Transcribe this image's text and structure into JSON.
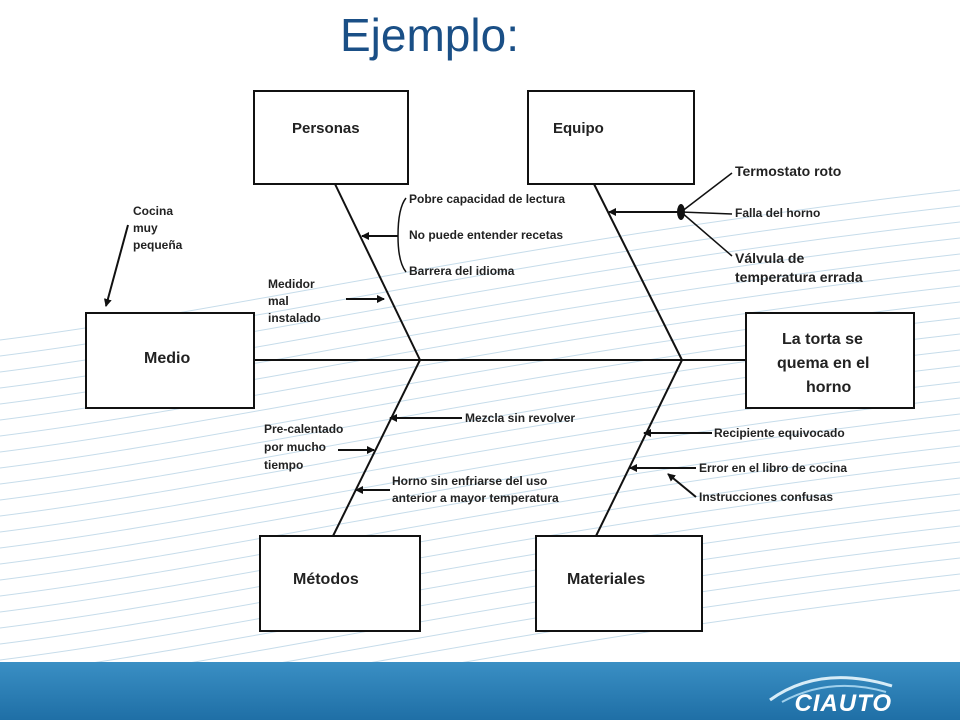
{
  "slide": {
    "title": "Ejemplo:",
    "logo": "CIAUTO"
  },
  "colors": {
    "title": "#1a4f86",
    "footer": "#2a7fb8",
    "lines": "#111111"
  },
  "diagram": {
    "effect": [
      "La torta se",
      "quema en el",
      "horno"
    ],
    "categories": {
      "personas": "Personas",
      "equipo": "Equipo",
      "medio": "Medio",
      "metodos": "Métodos",
      "materiales": "Materiales"
    },
    "causes": {
      "personas": [
        "Pobre capacidad de lectura",
        "No puede entender recetas",
        "Barrera del idioma"
      ],
      "equipo": [
        "Termostato roto",
        "Falla del horno",
        "Válvula  de",
        "temperatura errada"
      ],
      "medio": [
        "Cocina",
        "muy",
        "pequeña",
        "Medidor",
        "mal",
        "instalado"
      ],
      "metodos": [
        "Mezcla sin revolver",
        "Pre-calentado",
        "por mucho",
        "tiempo",
        "Horno sin enfriarse del uso",
        "anterior a mayor temperatura"
      ],
      "materiales": [
        "Recipiente equivocado",
        "Error en el libro de cocina",
        "Instrucciones confusas"
      ]
    }
  }
}
